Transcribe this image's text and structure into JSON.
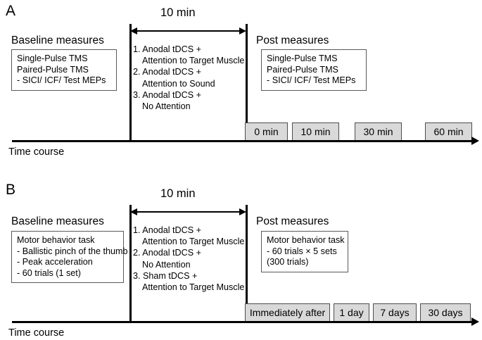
{
  "figure": {
    "panels": [
      {
        "letter": "A",
        "duration_label": "10 min",
        "baseline": {
          "title": "Baseline measures",
          "lines": [
            "Single-Pulse TMS",
            "Paired-Pulse TMS",
            " - SICI/ ICF/ Test MEPs"
          ]
        },
        "conditions": [
          {
            "num": "1. Anodal tDCS +",
            "sub": "Attention to Target Muscle"
          },
          {
            "num": "2. Anodal tDCS +",
            "sub": "Attention to Sound"
          },
          {
            "num": "3. Anodal tDCS +",
            "sub": "No Attention"
          }
        ],
        "post": {
          "title": "Post measures",
          "lines": [
            "Single-Pulse TMS",
            "Paired-Pulse TMS",
            " - SICI/ ICF/ Test MEPs"
          ]
        },
        "timepoints": [
          "0 min",
          "10 min",
          "30 min",
          "60 min"
        ],
        "axis_label": "Time course"
      },
      {
        "letter": "B",
        "duration_label": "10 min",
        "baseline": {
          "title": "Baseline measures",
          "lines": [
            "Motor behavior task",
            "- Ballistic pinch of the thumb",
            "- Peak acceleration",
            "- 60 trials (1 set)"
          ]
        },
        "conditions": [
          {
            "num": "1. Anodal tDCS +",
            "sub": "Attention to Target Muscle"
          },
          {
            "num": "2. Anodal tDCS +",
            "sub": "No Attention"
          },
          {
            "num": "3. Sham tDCS +",
            "sub": "Attention to Target Muscle"
          }
        ],
        "post": {
          "title": "Post measures",
          "lines": [
            "Motor behavior task",
            "- 60 trials × 5 sets",
            " (300 trials)"
          ]
        },
        "timepoints": [
          "Immediately after",
          "1 day",
          "7 days",
          "30 days"
        ],
        "axis_label": "Time course"
      }
    ],
    "colors": {
      "ink": "#000000",
      "box_border": "#5a5a5a",
      "timepoint_fill": "#d9d9d9",
      "timepoint_border": "#4d4d4d",
      "background": "#ffffff"
    }
  }
}
